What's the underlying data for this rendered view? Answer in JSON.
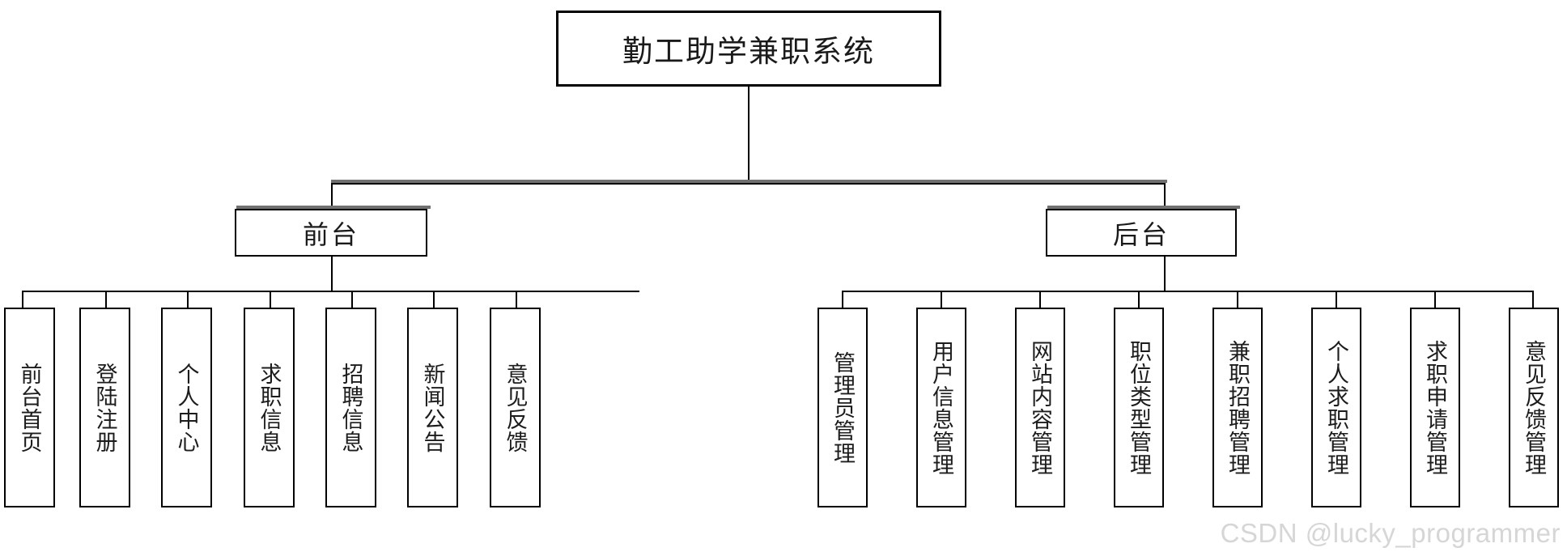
{
  "diagram": {
    "type": "tree",
    "title": "勤工助学兼职系统",
    "root": {
      "label": "勤工助学兼职系统"
    },
    "branches": [
      {
        "label": "前台",
        "children": [
          {
            "label": "前台首页"
          },
          {
            "label": "登陆注册"
          },
          {
            "label": "个人中心"
          },
          {
            "label": "求职信息"
          },
          {
            "label": "招聘信息"
          },
          {
            "label": "新闻公告"
          },
          {
            "label": "意见反馈"
          }
        ]
      },
      {
        "label": "后台",
        "children": [
          {
            "label": "管理员管理"
          },
          {
            "label": "用户信息管理"
          },
          {
            "label": "网站内容管理"
          },
          {
            "label": "职位类型管理"
          },
          {
            "label": "兼职招聘管理"
          },
          {
            "label": "个人求职管理"
          },
          {
            "label": "求职申请管理"
          },
          {
            "label": "意见反馈管理"
          }
        ]
      }
    ]
  },
  "watermark": {
    "text": "CSDN @lucky_programmer"
  },
  "colors": {
    "line": "#000000",
    "box_fill": "#ffffff",
    "text": "#1a1a1a",
    "shadow": "#707070",
    "watermark": "#d6d6d6"
  }
}
